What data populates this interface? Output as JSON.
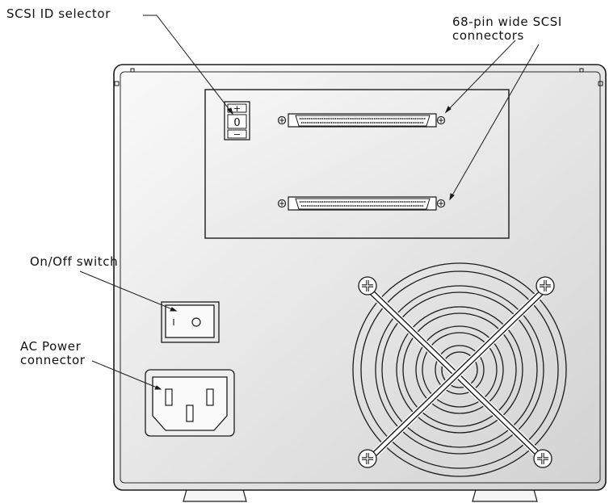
{
  "labels": {
    "scsi_id_selector": "SCSI ID selector",
    "wide_scsi_line1": "68-pin wide SCSI",
    "wide_scsi_line2": "connectors",
    "on_off_switch": "On/Off switch",
    "ac_power_line1": "AC Power",
    "ac_power_line2": "connector"
  },
  "scsi_id_selector": {
    "plus_glyph": "+",
    "value": "0",
    "minus_glyph": "−"
  },
  "power_switch": {
    "on_glyph": "I",
    "off_glyph": "O"
  },
  "colors": {
    "enclosure_fill": "#f1f1f1",
    "outline": "#1a1a1a",
    "background": "#ffffff"
  }
}
